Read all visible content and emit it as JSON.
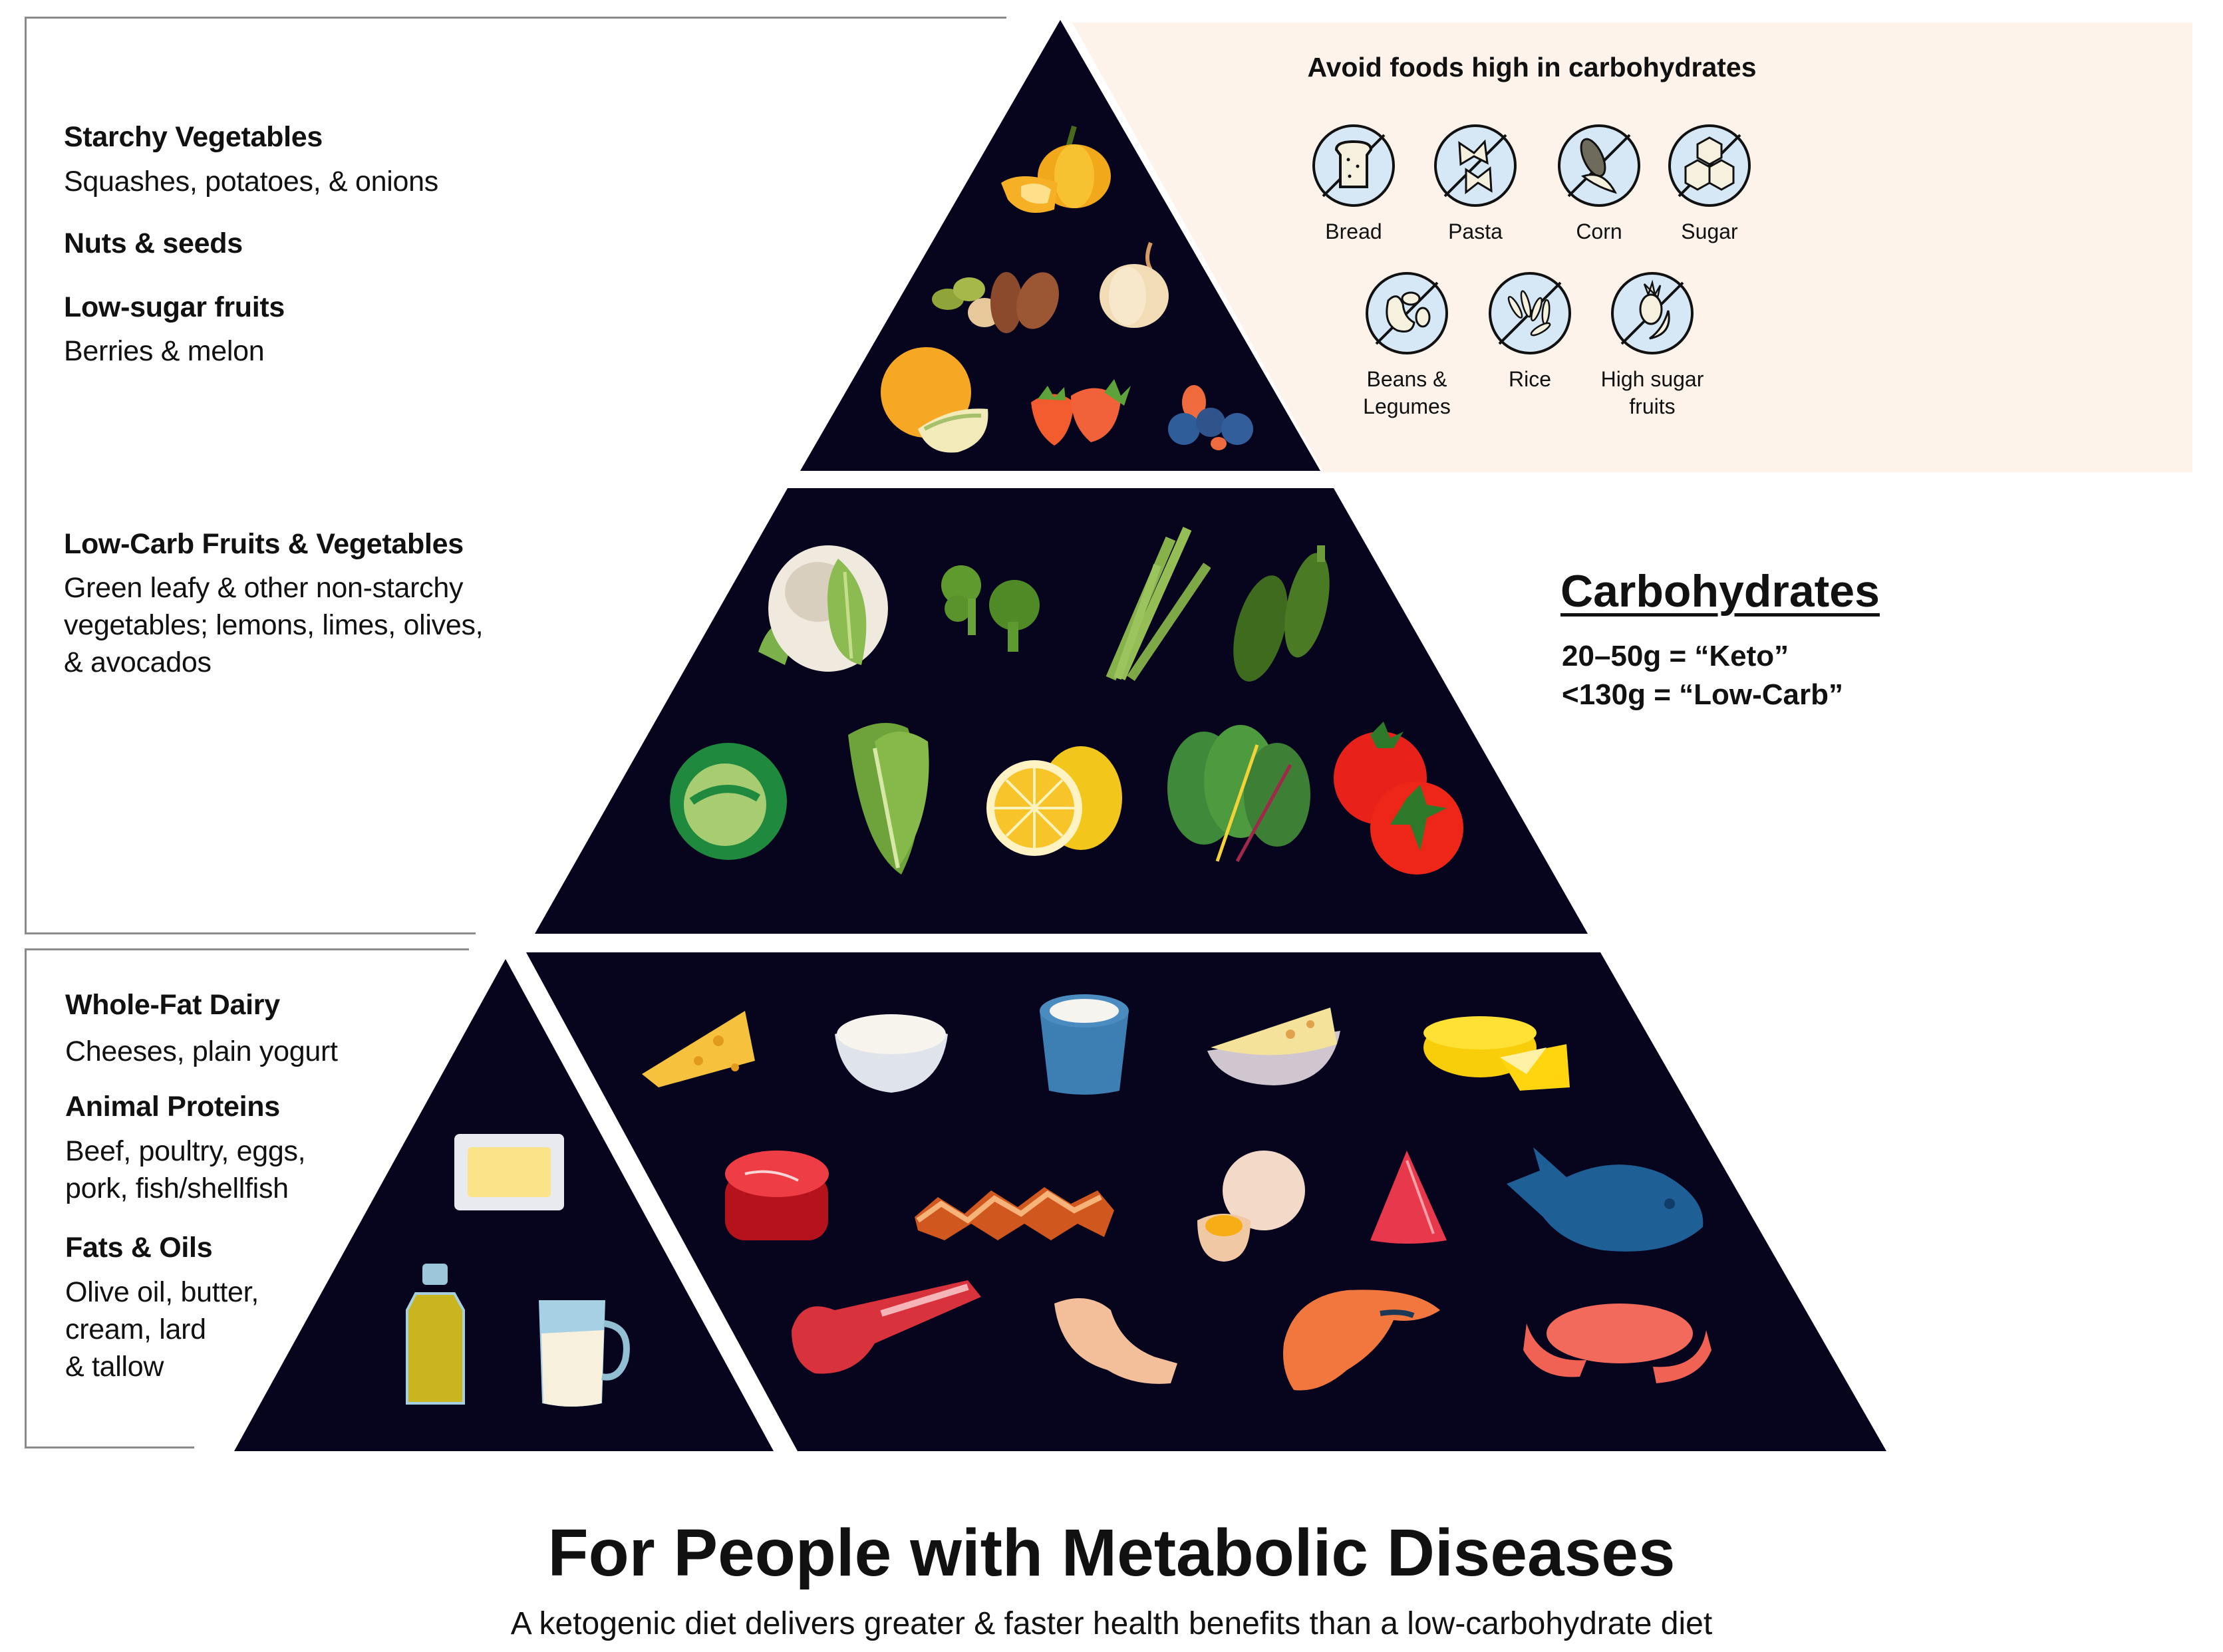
{
  "colors": {
    "pyramid": "#07041d",
    "avoid_panel": "#fdf3ea",
    "avoid_icon_fill": "#d6e7f5",
    "box_border": "#8a8a8a",
    "text": "#111111"
  },
  "left_panel_top": {
    "categories": [
      {
        "title": "Starchy Vegetables",
        "desc": "Squashes, potatoes, & onions"
      },
      {
        "title": "Nuts & seeds",
        "desc": ""
      },
      {
        "title": "Low-sugar fruits",
        "desc": "Berries & melon"
      }
    ],
    "middle_category": {
      "title": "Low-Carb Fruits & Vegetables",
      "desc": "Green leafy & other non-starchy\nvegetables; lemons, limes, olives,\n& avocados"
    }
  },
  "left_panel_bottom": {
    "categories": [
      {
        "title": "Whole-Fat Dairy",
        "desc": "Cheeses, plain yogurt"
      },
      {
        "title": "Animal Proteins",
        "desc": "Beef, poultry, eggs,\npork, fish/shellfish"
      },
      {
        "title": "Fats & Oils",
        "desc": "Olive oil, butter,\ncream, lard\n& tallow"
      }
    ]
  },
  "pyramid": {
    "top_tier_foods": [
      "pumpkin-squash",
      "nuts-seeds",
      "onion",
      "melon",
      "strawberries",
      "berries"
    ],
    "middle_tier_foods": [
      "cauliflower",
      "broccoli",
      "asparagus",
      "zucchini",
      "cabbage",
      "romaine-lettuce",
      "lemon",
      "chard",
      "tomatoes"
    ],
    "fats_tier_foods": [
      "butter",
      "olive-oil",
      "cream-jug"
    ],
    "protein_dairy_tier_foods": [
      "cheese-wedge",
      "sour-cream",
      "yogurt-pot",
      "cheese-bowl",
      "cheese-wheel",
      "beef-steak",
      "bacon",
      "eggs",
      "tuna",
      "fish",
      "lamb-chop",
      "chicken-leg",
      "salmon-steak",
      "crab"
    ]
  },
  "avoid": {
    "title": "Avoid foods high in carbohydrates",
    "items": [
      {
        "label": "Bread",
        "icon": "bread-icon"
      },
      {
        "label": "Pasta",
        "icon": "pasta-icon"
      },
      {
        "label": "Corn",
        "icon": "corn-icon"
      },
      {
        "label": "Sugar",
        "icon": "sugar-icon"
      },
      {
        "label": "Beans &\nLegumes",
        "icon": "beans-icon"
      },
      {
        "label": "Rice",
        "icon": "rice-icon"
      },
      {
        "label": "High sugar\nfruits",
        "icon": "pineapple-banana-icon"
      }
    ]
  },
  "carbs": {
    "title": "Carbohydrates",
    "lines": [
      "20–50g = “Keto”",
      "<130g = “Low-Carb”"
    ]
  },
  "footer": {
    "title": "For People with Metabolic Diseases",
    "subtitle": "A ketogenic diet delivers greater & faster health benefits than a low-carbohydrate diet"
  }
}
